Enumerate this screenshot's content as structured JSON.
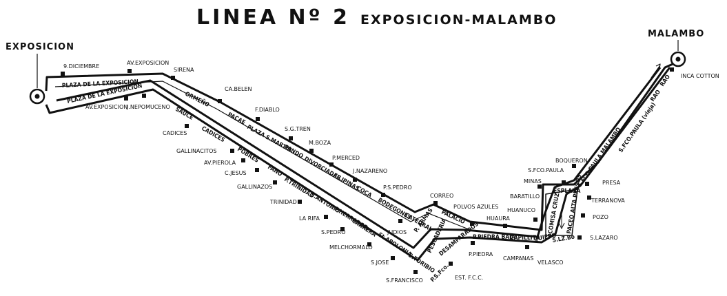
{
  "title": {
    "line": "LINEA Nº 2",
    "route": "EXPOSICION-MALAMBO"
  },
  "terminals": {
    "start": "EXPOSICION",
    "end": "MALAMBO"
  },
  "streets": {
    "plaza_exposicion_upper": "PLAZA DE LA EXPOSICION",
    "plaza_exposicion_lower": "PLAZA DE LA EXPOSICION",
    "ormeno": "ORMEÑO",
    "pacae": "PACAE",
    "plaza_smartin": "PLAZA S.MARTIN",
    "pando": "PANDO",
    "divorciadas": "DIVORCIADAS",
    "filipinas": "FILIPINAS",
    "coca": "COCA",
    "bodegones": "BODEGONES",
    "catedral": "CATEDRAL",
    "armas": "P. ARMAS",
    "palacio": "PALACIO",
    "pescaderia": "PESCADERIA",
    "sauce": "SAUCE",
    "cadices": "CADICES",
    "pobres": "POBRES",
    "fano": "FANO",
    "trinidad_st": "P.TRINIDAD",
    "santonio": "S.ANTONIO",
    "herrador": "P.HERRADOR",
    "carrera": "CARRERA",
    "sapolonia": "St.APOLONIA",
    "storibio": "S.TORIBIO",
    "desamparados": "DESAMPARADOS",
    "sfco": "P.S.Fco.",
    "piedra_baja": "P.PIEDRA BAJA",
    "capillita": "CAPILLITA",
    "quiepo": "QUIEPO",
    "cruz": "COMISA CRUZ",
    "paceo_alta": "PACEO ALTA PRESOS",
    "esplana": "ESPLANA",
    "slazaro_st": "S.LZ.Bo",
    "sfco_paula_malambo": "S.FCO.PAULA MALAMBO",
    "sfco_paula_v": "S.FCO.PAULA (vieja)",
    "rao1": "RAO",
    "rao2": "RAO"
  },
  "stops": {
    "nueve_dic": "9.DICIEMBRE",
    "av_expo_top": "AV.EXPOSICION",
    "sirena": "SIRENA",
    "cabelen": "CA.BELEN",
    "fdiablo": "F.DIABLO",
    "sgtren": "S.G.TREN",
    "mboza": "M.BOZA",
    "pmerced": "P.MERCED",
    "jnazareno": "J.NAZARENO",
    "pspedro": "P.S.PEDRO",
    "correo": "CORREO",
    "polvos": "POLVOS AZULES",
    "huaura": "HUAURA",
    "av_expo_bot": "AV.EXPOSICION",
    "jnepomuceno": "J.NEPOMUCENO",
    "cadices_stop": "CADICES",
    "gallinacitos": "GALLINACITOS",
    "avpierola": "AV.PIEROLA",
    "cjesus": "C.JESUS",
    "gallinazos": "GALLINAZOS",
    "trinidad": "TRINIDAD",
    "larifa": "LA RIFA",
    "spedro": "S.PEDRO",
    "melchormalo": "MELCHORMALO",
    "sjose": "S.JOSE",
    "sfrancisco": "S.FRANCISCO",
    "judios": "JUDIOS",
    "estfcc": "EST. F.C.C.",
    "ppiedra": "P.PIEDRA",
    "campanas": "CAMPANAS",
    "velasco": "VELASCO",
    "huanuco": "HUANUCO",
    "baratillo": "BARATILLO",
    "minas": "MINAS",
    "sfcopaula": "S.FCO.PAULA",
    "boqueron": "BOQUERON",
    "presa": "PRESA",
    "terranova": "TERRANOVA",
    "pozo": "POZO",
    "slazaro": "S.LAZARO",
    "incacotton": "INCA COTTON"
  }
}
